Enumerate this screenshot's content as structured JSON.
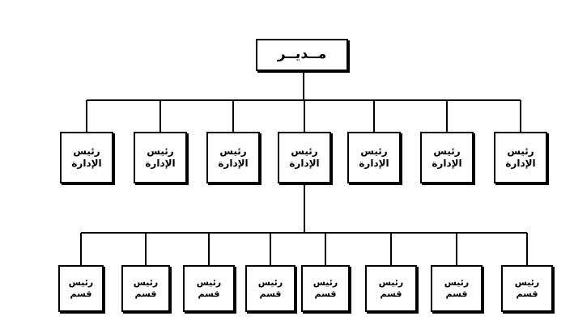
{
  "chart": {
    "director": {
      "label": "مــديــر"
    },
    "department_heads": [
      {
        "line1": "رئيس",
        "line2": "الإدارة"
      },
      {
        "line1": "رئيس",
        "line2": "الإدارة"
      },
      {
        "line1": "رئيس",
        "line2": "الإدارة"
      },
      {
        "line1": "رئيس",
        "line2": "الإدارة"
      },
      {
        "line1": "رئيس",
        "line2": "الإدارة"
      },
      {
        "line1": "رئيس",
        "line2": "الإدارة"
      },
      {
        "line1": "رئيس",
        "line2": "الإدارة"
      }
    ],
    "section_heads": [
      {
        "line1": "رئيس",
        "line2": "قسم"
      },
      {
        "line1": "رئيس",
        "line2": "قسم"
      },
      {
        "line1": "رئيس",
        "line2": "قسم"
      },
      {
        "line1": "رئيس",
        "line2": "قسم"
      },
      {
        "line1": "رئيس",
        "line2": "قسم"
      },
      {
        "line1": "رئيس",
        "line2": "قسم"
      },
      {
        "line1": "رئيس",
        "line2": "قسم"
      },
      {
        "line1": "رئيس",
        "line2": "قسم"
      }
    ],
    "colors": {
      "line": "#000000",
      "box_fill": "#ffffff",
      "box_border": "#000000"
    }
  }
}
